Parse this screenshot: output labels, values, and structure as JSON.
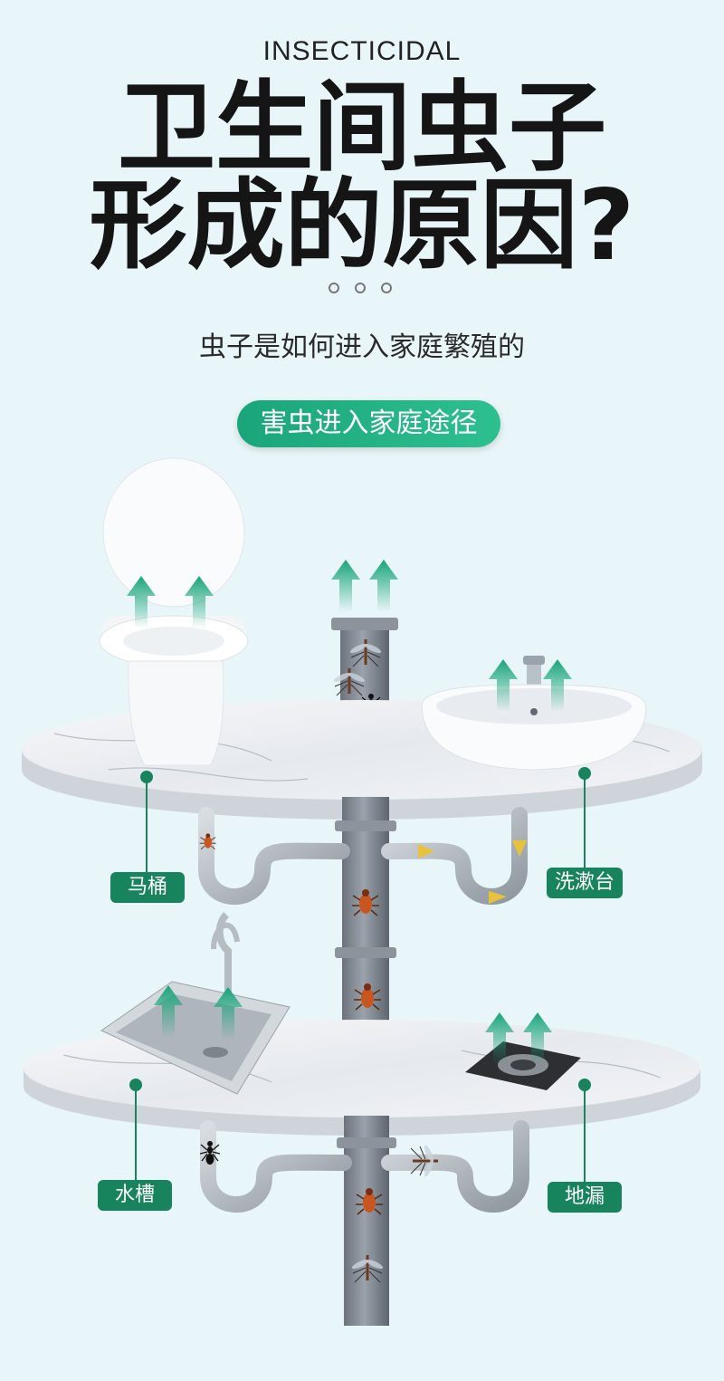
{
  "header": {
    "eyebrow": "INSECTICIDAL",
    "title_line1": "卫生间虫子",
    "title_line2": "形成的原因?",
    "subtitle": "虫子是如何进入家庭繁殖的",
    "pill": "害虫进入家庭途径"
  },
  "labels": {
    "toilet": "马桶",
    "washbasin": "洗漱台",
    "sink": "水槽",
    "floor_drain": "地漏"
  },
  "colors": {
    "accent": "#1aa57a",
    "label_bg": "#17845e",
    "pipe": "#808891"
  }
}
